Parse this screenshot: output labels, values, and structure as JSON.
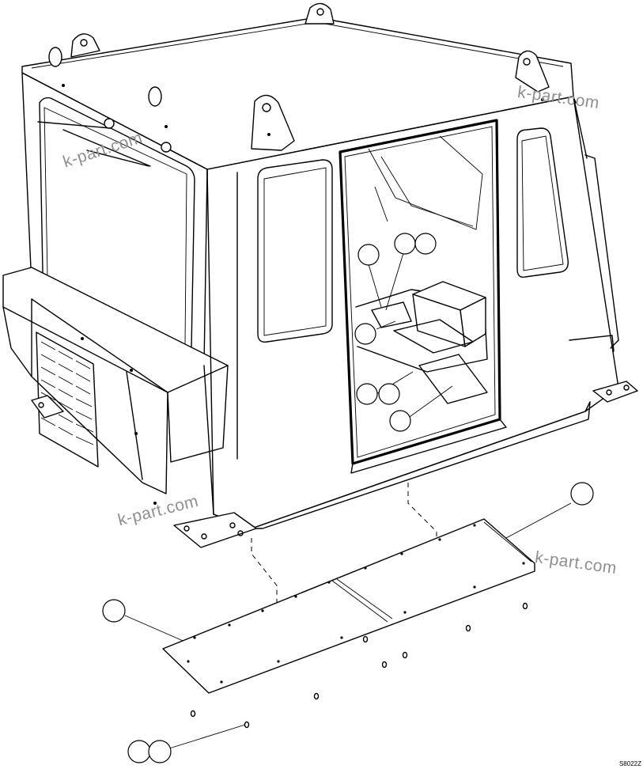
{
  "watermark": "k-part.com",
  "drawing_code": "S8022Z",
  "callout_count": 11
}
